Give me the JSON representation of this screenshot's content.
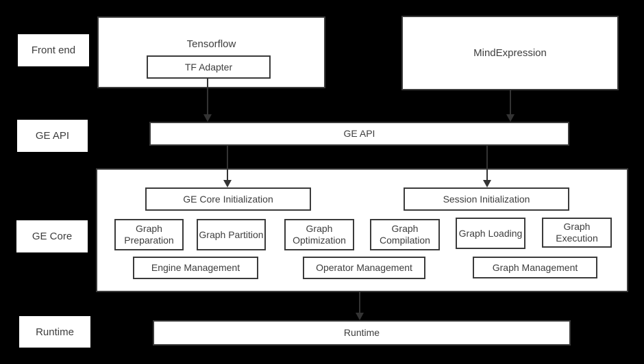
{
  "diagram": {
    "row_labels": {
      "front_end": "Front end",
      "ge_api": "GE API",
      "ge_core": "GE Core",
      "runtime": "Runtime"
    },
    "front_end": {
      "tensorflow_title": "Tensorflow",
      "tf_adapter_label": "TF Adapter",
      "mind_expression_label": "MindExpression"
    },
    "ge_api": {
      "label": "GE API"
    },
    "ge_core": {
      "ge_core_initialization": "GE Core Initialization",
      "session_initialization": "Session Initialization",
      "function_boxes": [
        "Graph Preparation",
        "Graph Partition",
        "Graph Optimization",
        "Graph Compilation",
        "Graph Loading",
        "Graph Execution"
      ],
      "management_boxes": [
        "Engine Management",
        "Operator Management",
        "Graph Management"
      ]
    },
    "runtime": {
      "label": "Runtime"
    },
    "colors": {
      "background": "#000000",
      "box_background": "#ffffff",
      "border": "#3b3b3b",
      "text": "#3d3d3d",
      "arrow": "#333333"
    }
  }
}
